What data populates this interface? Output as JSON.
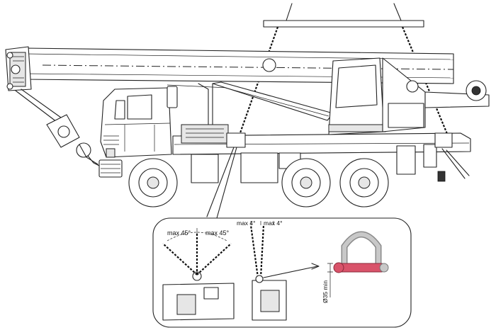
{
  "title": "",
  "detail": {
    "angle_left": "max 45°",
    "angle_right": "max 45°",
    "side_angle_left": "max 4°",
    "side_angle_right": "max 4°",
    "pin_diameter": "Ø35 min"
  },
  "colors": {
    "line": "#222222",
    "shackle_body": "#c8c8c8",
    "shackle_pin": "#d9536a",
    "background": "#ffffff"
  }
}
